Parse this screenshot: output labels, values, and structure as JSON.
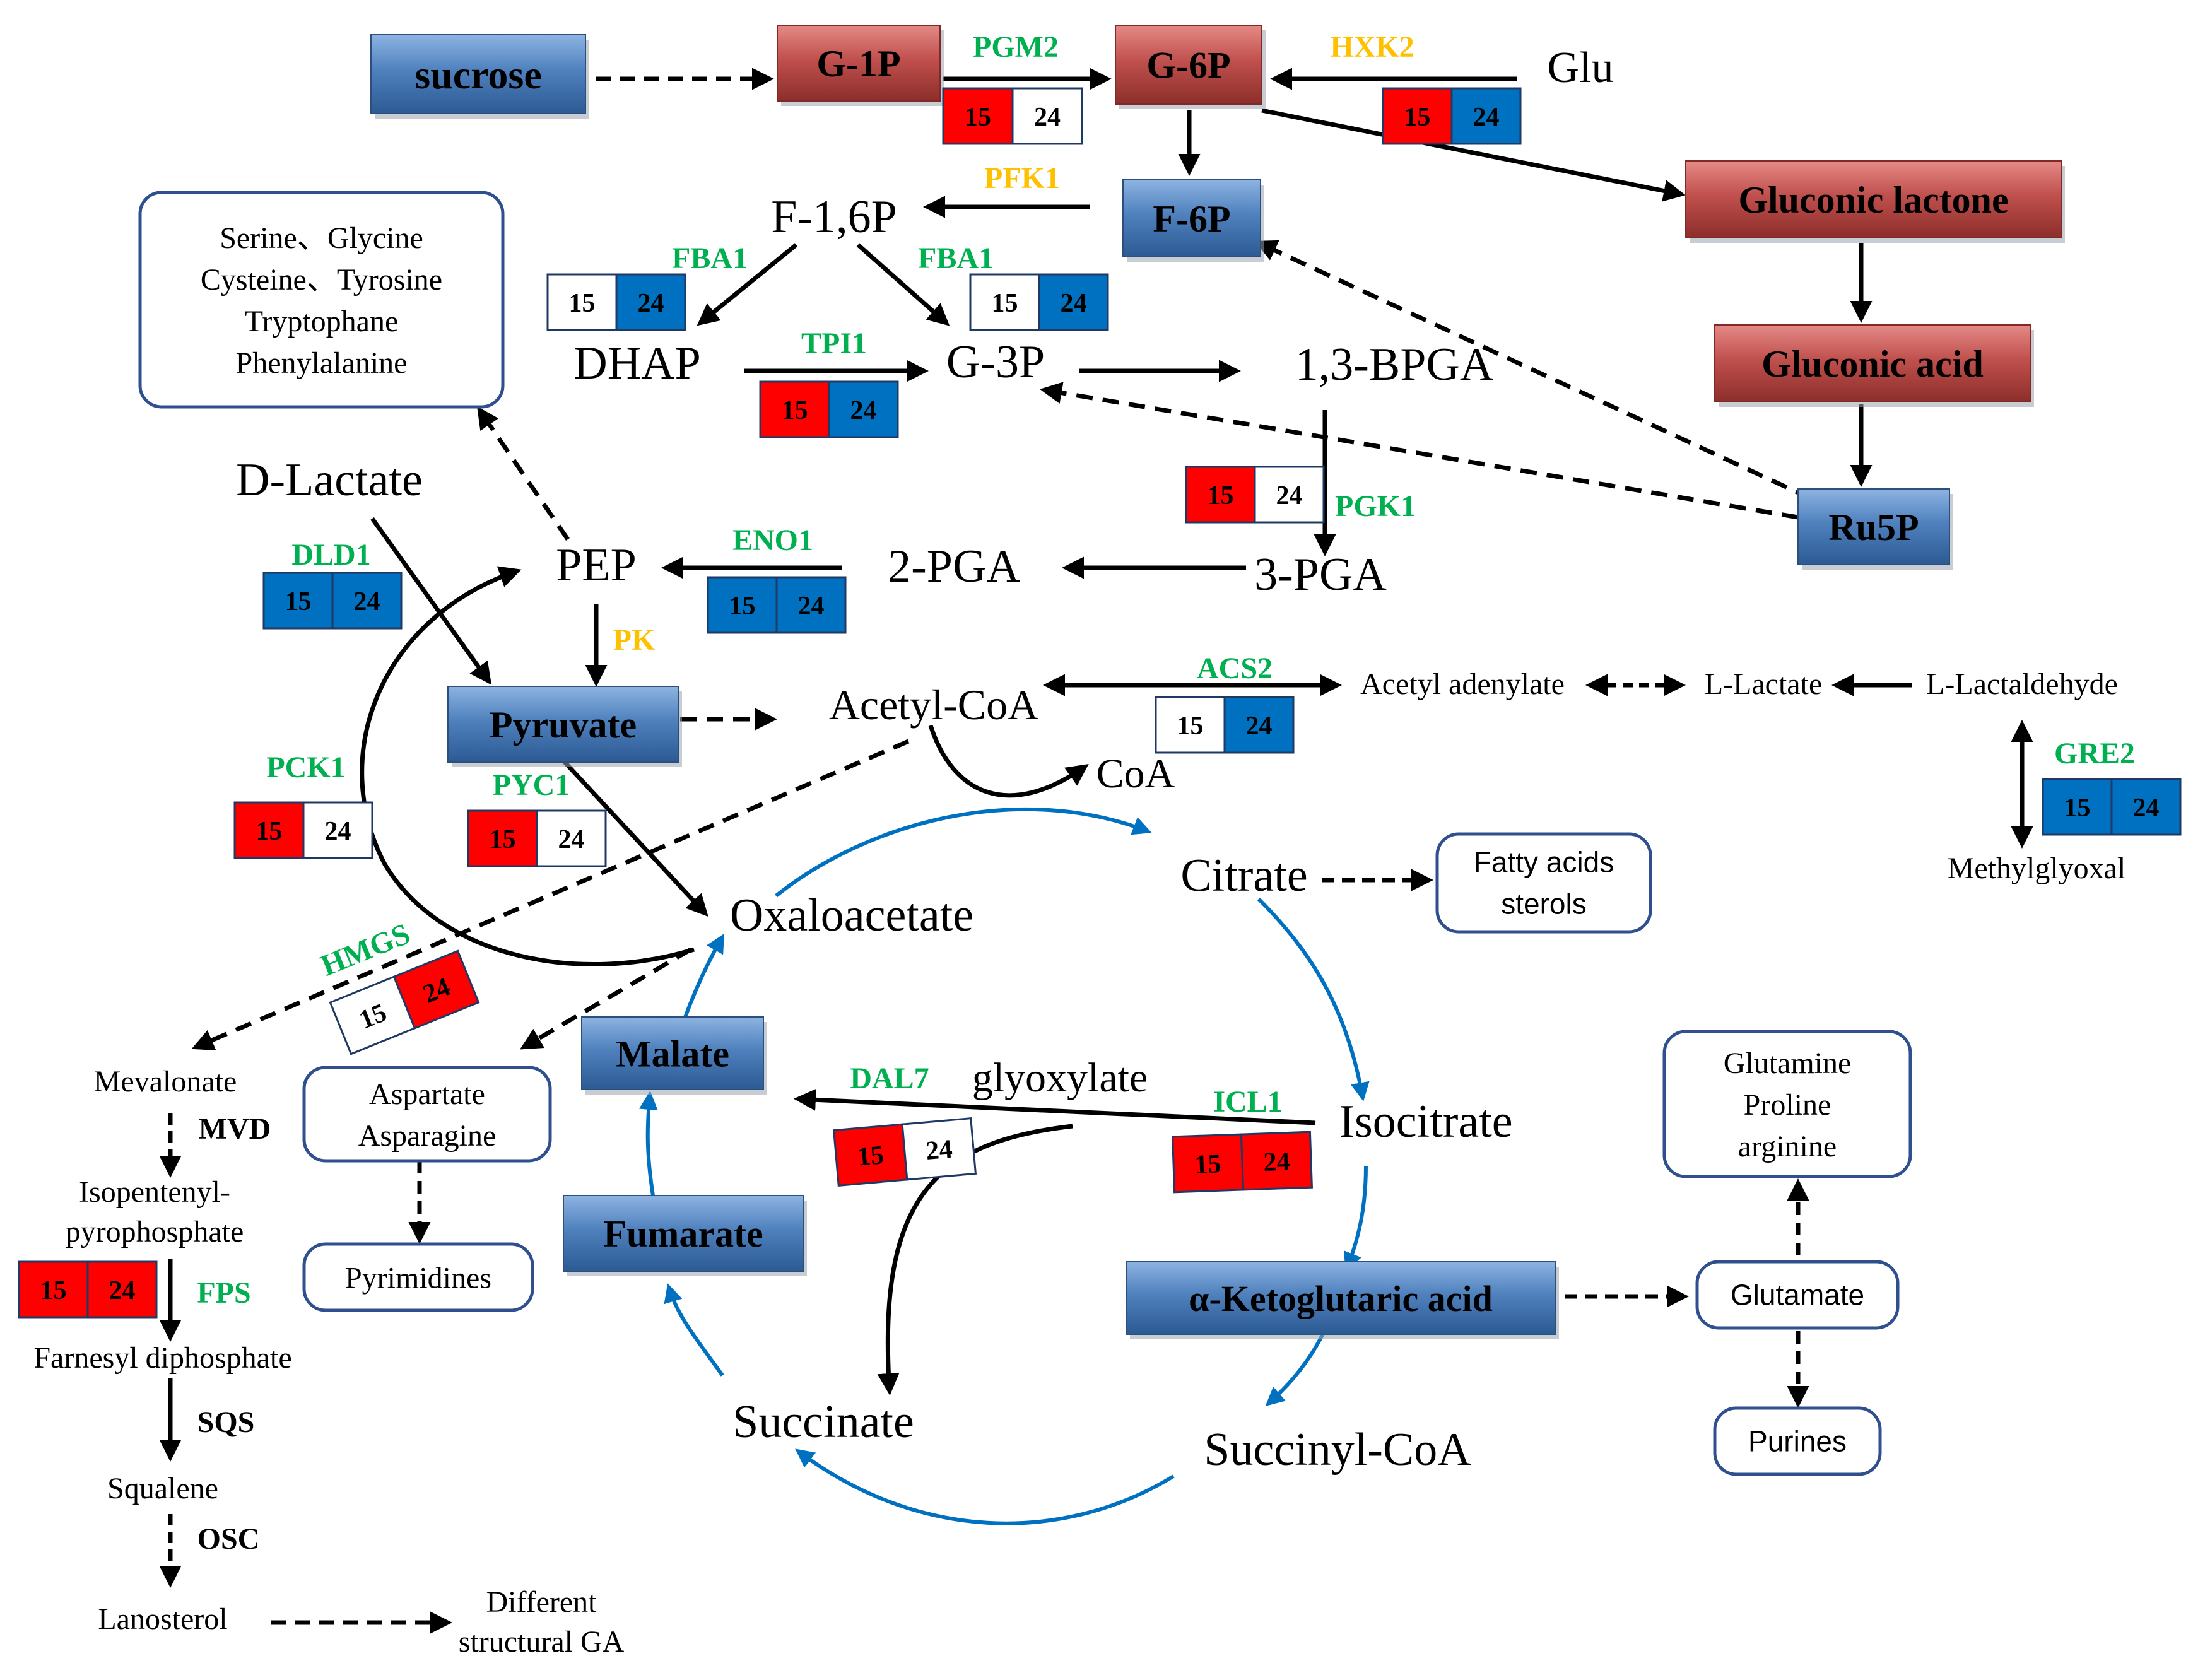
{
  "colors": {
    "red": "#ff0000",
    "blue": "#0070c0",
    "white": "#ffffff",
    "green_label": "#00b050",
    "yellow_label": "#ffc000",
    "black_label": "#000000",
    "red_node": "#c0504d",
    "blue_node": "#4f81bd",
    "cycle": "#0070c0",
    "plain_border": "#2f4f8f"
  },
  "nodes": [
    {
      "id": "sucrose",
      "label": "sucrose",
      "style": "blue-node"
    },
    {
      "id": "g1p",
      "label": "G-1P",
      "style": "red-node"
    },
    {
      "id": "g6p",
      "label": "G-6P",
      "style": "red-node"
    },
    {
      "id": "glu",
      "label": "Glu",
      "style": "text-large"
    },
    {
      "id": "f16p",
      "label": "F-1,6P",
      "style": "text-large"
    },
    {
      "id": "f6p",
      "label": "F-6P",
      "style": "blue-node"
    },
    {
      "id": "gluconic_lactone",
      "label": "Gluconic lactone",
      "style": "red-node"
    },
    {
      "id": "gluconic_acid",
      "label": "Gluconic acid",
      "style": "red-node"
    },
    {
      "id": "ru5p",
      "label": "Ru5P",
      "style": "blue-node"
    },
    {
      "id": "dhap",
      "label": "DHAP",
      "style": "text-large"
    },
    {
      "id": "g3p",
      "label": "G-3P",
      "style": "text-large"
    },
    {
      "id": "bpga",
      "label": "1,3-BPGA",
      "style": "text-large"
    },
    {
      "id": "pga3",
      "label": "3-PGA",
      "style": "text-large"
    },
    {
      "id": "pga2",
      "label": "2-PGA",
      "style": "text-large"
    },
    {
      "id": "pep",
      "label": "PEP",
      "style": "text-large"
    },
    {
      "id": "dlactate",
      "label": "D-Lactate",
      "style": "text-large"
    },
    {
      "id": "pyruvate",
      "label": "Pyruvate",
      "style": "blue-node"
    },
    {
      "id": "acetylcoa",
      "label": "Acetyl-CoA",
      "style": "text-large"
    },
    {
      "id": "coa",
      "label": "CoA",
      "style": "text-large"
    },
    {
      "id": "acetyl_adenylate",
      "label": "Acetyl adenylate",
      "style": "text-small"
    },
    {
      "id": "llactate",
      "label": "L-Lactate",
      "style": "text-small"
    },
    {
      "id": "llactaldehyde",
      "label": "L-Lactaldehyde",
      "style": "text-small"
    },
    {
      "id": "methylglyoxal",
      "label": "Methylglyoxal",
      "style": "text-small"
    },
    {
      "id": "oxaloacetate",
      "label": "Oxaloacetate",
      "style": "text-large"
    },
    {
      "id": "citrate",
      "label": "Citrate",
      "style": "text-large"
    },
    {
      "id": "isocitrate",
      "label": "Isocitrate",
      "style": "text-large"
    },
    {
      "id": "glyoxylate",
      "label": "glyoxylate",
      "style": "text-large"
    },
    {
      "id": "akg",
      "label": "α-Ketoglutaric acid",
      "style": "blue-node"
    },
    {
      "id": "succinylcoa",
      "label": "Succinyl-CoA",
      "style": "text-large"
    },
    {
      "id": "succinate",
      "label": "Succinate",
      "style": "text-large"
    },
    {
      "id": "fumarate",
      "label": "Fumarate",
      "style": "blue-node"
    },
    {
      "id": "malate",
      "label": "Malate",
      "style": "blue-node"
    },
    {
      "id": "mevalonate",
      "label": "Mevalonate",
      "style": "text-small"
    },
    {
      "id": "ipp1",
      "label": "Isopentenyl-",
      "style": "text-small"
    },
    {
      "id": "ipp2",
      "label": "pyrophosphate",
      "style": "text-small"
    },
    {
      "id": "fpp",
      "label": "Farnesyl diphosphate",
      "style": "text-small"
    },
    {
      "id": "squalene",
      "label": "Squalene",
      "style": "text-small"
    },
    {
      "id": "lanosterol",
      "label": "Lanosterol",
      "style": "text-small"
    },
    {
      "id": "diff_ga1",
      "label": "Different",
      "style": "text-small"
    },
    {
      "id": "diff_ga2",
      "label": "structural GA",
      "style": "text-small"
    }
  ],
  "groups": [
    {
      "id": "amino_acids",
      "lines": [
        "Serine、Glycine",
        "Cysteine、Tyrosine",
        "Tryptophane",
        "Phenylalanine"
      ]
    },
    {
      "id": "fatty_acids",
      "lines": [
        "Fatty acids",
        "sterols"
      ]
    },
    {
      "id": "aspartate",
      "lines": [
        "Aspartate",
        "Asparagine"
      ]
    },
    {
      "id": "pyrimidines",
      "lines": [
        "Pyrimidines"
      ]
    },
    {
      "id": "glutamine",
      "lines": [
        "Glutamine",
        "Proline",
        "arginine"
      ]
    },
    {
      "id": "glutamate",
      "lines": [
        "Glutamate"
      ]
    },
    {
      "id": "purines",
      "lines": [
        "Purines"
      ]
    }
  ],
  "enzymes": [
    {
      "id": "pgm2",
      "label": "PGM2",
      "color": "green"
    },
    {
      "id": "hxk2",
      "label": "HXK2",
      "color": "yellow"
    },
    {
      "id": "pfk1",
      "label": "PFK1",
      "color": "yellow"
    },
    {
      "id": "fba1a",
      "label": "FBA1",
      "color": "green"
    },
    {
      "id": "fba1b",
      "label": "FBA1",
      "color": "green"
    },
    {
      "id": "tpi1",
      "label": "TPI1",
      "color": "green"
    },
    {
      "id": "pgk1",
      "label": "PGK1",
      "color": "green"
    },
    {
      "id": "eno1",
      "label": "ENO1",
      "color": "green"
    },
    {
      "id": "dld1",
      "label": "DLD1",
      "color": "green"
    },
    {
      "id": "pk",
      "label": "PK",
      "color": "yellow"
    },
    {
      "id": "acs2",
      "label": "ACS2",
      "color": "green"
    },
    {
      "id": "gre2",
      "label": "GRE2",
      "color": "green"
    },
    {
      "id": "pck1",
      "label": "PCK1",
      "color": "green"
    },
    {
      "id": "pyc1",
      "label": "PYC1",
      "color": "green"
    },
    {
      "id": "hmgs",
      "label": "HMGS",
      "color": "green"
    },
    {
      "id": "dal7",
      "label": "DAL7",
      "color": "green"
    },
    {
      "id": "icl1",
      "label": "ICL1",
      "color": "green"
    },
    {
      "id": "mvd",
      "label": "MVD",
      "color": "black"
    },
    {
      "id": "fps",
      "label": "FPS",
      "color": "green"
    },
    {
      "id": "sqs",
      "label": "SQS",
      "color": "black"
    },
    {
      "id": "osc",
      "label": "OSC",
      "color": "black"
    }
  ],
  "expression": [
    {
      "id": "pgm2",
      "h15": "15",
      "h24": "24",
      "c15": "red",
      "c24": "white"
    },
    {
      "id": "hxk2",
      "h15": "15",
      "h24": "24",
      "c15": "red",
      "c24": "blue"
    },
    {
      "id": "fba1a",
      "h15": "15",
      "h24": "24",
      "c15": "white",
      "c24": "blue"
    },
    {
      "id": "fba1b",
      "h15": "15",
      "h24": "24",
      "c15": "white",
      "c24": "blue"
    },
    {
      "id": "tpi1",
      "h15": "15",
      "h24": "24",
      "c15": "red",
      "c24": "blue"
    },
    {
      "id": "pgk1",
      "h15": "15",
      "h24": "24",
      "c15": "red",
      "c24": "white"
    },
    {
      "id": "eno1",
      "h15": "15",
      "h24": "24",
      "c15": "blue",
      "c24": "blue"
    },
    {
      "id": "dld1",
      "h15": "15",
      "h24": "24",
      "c15": "blue",
      "c24": "blue"
    },
    {
      "id": "acs2",
      "h15": "15",
      "h24": "24",
      "c15": "white",
      "c24": "blue"
    },
    {
      "id": "gre2",
      "h15": "15",
      "h24": "24",
      "c15": "blue",
      "c24": "blue"
    },
    {
      "id": "pck1",
      "h15": "15",
      "h24": "24",
      "c15": "red",
      "c24": "white"
    },
    {
      "id": "pyc1",
      "h15": "15",
      "h24": "24",
      "c15": "red",
      "c24": "white"
    },
    {
      "id": "hmgs",
      "h15": "15",
      "h24": "24",
      "c15": "white",
      "c24": "red"
    },
    {
      "id": "dal7",
      "h15": "15",
      "h24": "24",
      "c15": "red",
      "c24": "white"
    },
    {
      "id": "icl1",
      "h15": "15",
      "h24": "24",
      "c15": "red",
      "c24": "red"
    },
    {
      "id": "fps",
      "h15": "15",
      "h24": "24",
      "c15": "red",
      "c24": "red"
    }
  ]
}
